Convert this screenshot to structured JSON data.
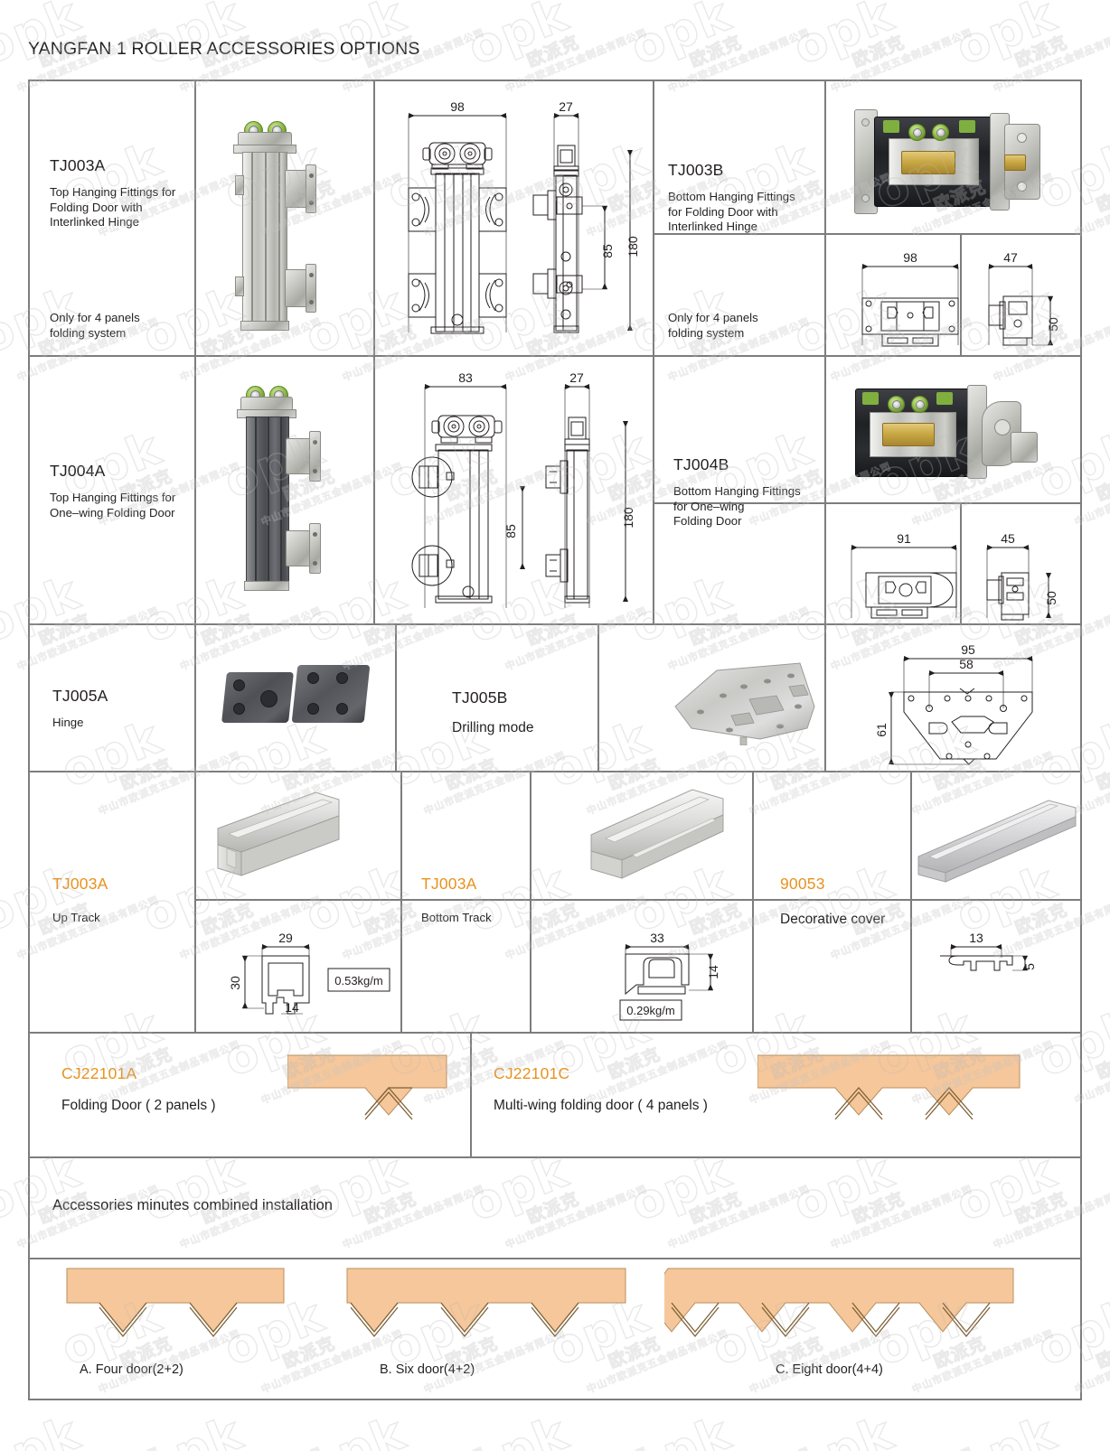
{
  "page": {
    "title": "YANGFAN 1 ROLLER ACCESSORIES OPTIONS"
  },
  "products": [
    {
      "id": "tj003a",
      "code": "TJ003A",
      "code_color": "#231f20",
      "description": "Top Hanging Fittings for\nFolding Door with\nInterlinked Hinge",
      "note": "Only for 4 panels\nfolding system",
      "drawing_dims": [
        "98",
        "27",
        "180",
        "85"
      ]
    },
    {
      "id": "tj003b",
      "code": "TJ003B",
      "code_color": "#231f20",
      "description": "Bottom Hanging Fittings\nfor Folding Door with\nInterlinked Hinge",
      "note": "Only for 4 panels\nfolding system",
      "drawing_dims": [
        "98",
        "47",
        "50"
      ]
    },
    {
      "id": "tj004a",
      "code": "TJ004A",
      "code_color": "#231f20",
      "description": "Top Hanging Fittings for\nOne–wing Folding Door",
      "note": "",
      "drawing_dims": [
        "83",
        "27",
        "180",
        "85"
      ]
    },
    {
      "id": "tj004b",
      "code": "TJ004B",
      "code_color": "#231f20",
      "description": "Bottom Hanging Fittings\nfor One–wing\nFolding Door",
      "note": "",
      "drawing_dims": [
        "91",
        "45",
        "50"
      ]
    },
    {
      "id": "tj005a",
      "code": "TJ005A",
      "code_color": "#231f20",
      "description": "Hinge",
      "note": "",
      "drawing_dims": []
    },
    {
      "id": "tj005b",
      "code": "TJ005B",
      "code_color": "#231f20",
      "description": "Drilling mode",
      "note": "",
      "drawing_dims": [
        "95",
        "58",
        "61"
      ]
    },
    {
      "id": "track-up",
      "code": "TJ003A",
      "code_color": "#e8921f",
      "description": "Up Track",
      "note": "",
      "drawing_dims": [
        "29",
        "30",
        "14"
      ],
      "weight": "0.53kg/m"
    },
    {
      "id": "track-bottom",
      "code": "TJ003A",
      "code_color": "#e8921f",
      "description": "Bottom Track",
      "note": "",
      "drawing_dims": [
        "33",
        "14"
      ],
      "weight": "0.29kg/m"
    },
    {
      "id": "decorative-cover",
      "code": "90053",
      "code_color": "#e8921f",
      "description": "Decorative cover",
      "note": "",
      "drawing_dims": [
        "13",
        "5"
      ]
    },
    {
      "id": "cj22101a",
      "code": "CJ22101A",
      "code_color": "#e8921f",
      "description": "Folding Door ( 2 panels )",
      "note": "",
      "drawing_dims": []
    },
    {
      "id": "cj22101c",
      "code": "CJ22101C",
      "code_color": "#e8921f",
      "description": "Multi-wing folding door ( 4 panels )",
      "note": "",
      "drawing_dims": []
    }
  ],
  "installation": {
    "section_title": "Accessories minutes combined installation",
    "options": [
      {
        "id": "four-door",
        "label": "A. Four door(2+2)"
      },
      {
        "id": "six-door",
        "label": "B. Six door(4+2)"
      },
      {
        "id": "eight-door",
        "label": "C. Eight door(4+4)"
      }
    ]
  },
  "watermark": {
    "logo_text": "opk",
    "cn_text": "欧派克",
    "cn_subtext": "中山市欧派克五金制品有限公司"
  },
  "colors": {
    "accent_orange": "#e8921f",
    "text": "#231f20",
    "grid_line": "#7d7d7d",
    "door_panel": "#f6c79a"
  }
}
